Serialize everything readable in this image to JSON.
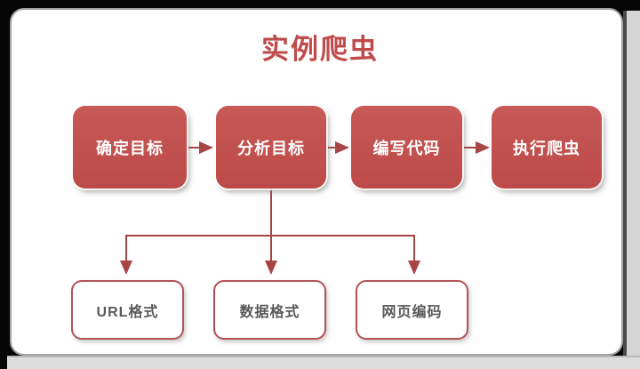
{
  "title": "实例爬虫",
  "colors": {
    "title_red": "#bf4b4b",
    "accent_red": "#bc4a48",
    "accent_red_light": "#c75956",
    "connector_red": "#a64544",
    "branch_border": "#b35254",
    "branch_text": "#595959"
  },
  "flow": {
    "steps": [
      {
        "label": "确定目标"
      },
      {
        "label": "分析目标"
      },
      {
        "label": "编写代码"
      },
      {
        "label": "执行爬虫"
      }
    ],
    "branches": [
      {
        "label": "URL格式"
      },
      {
        "label": "数据格式"
      },
      {
        "label": "网页编码"
      }
    ]
  }
}
